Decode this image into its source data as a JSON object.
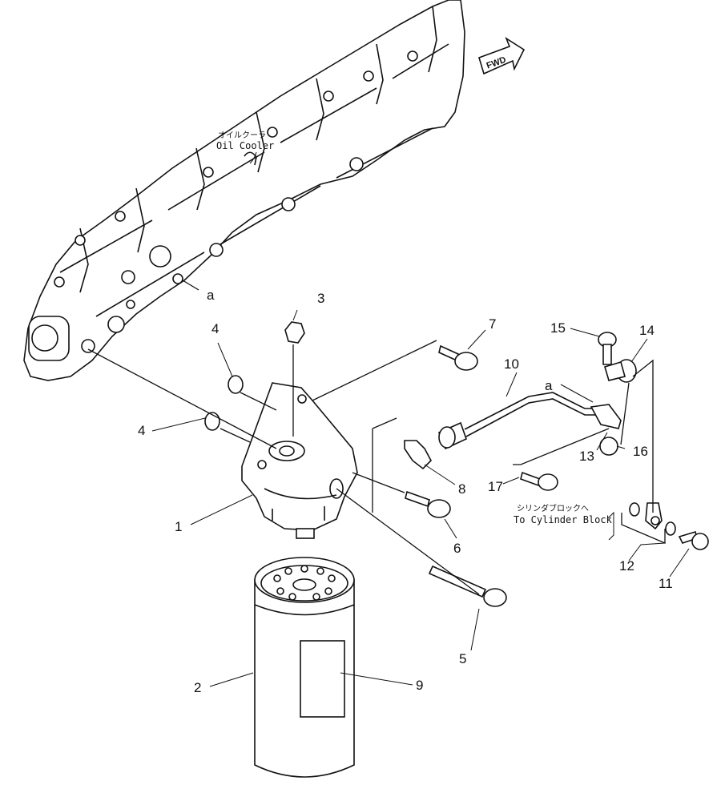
{
  "diagram": {
    "callouts": {
      "p1": "1",
      "p2": "2",
      "p3": "3",
      "p4a": "4",
      "p4b": "4",
      "p5": "5",
      "p6": "6",
      "p7": "7",
      "p8": "8",
      "p9": "9",
      "p10": "10",
      "p11": "11",
      "p12": "12",
      "p13": "13",
      "p14": "14",
      "p15": "15",
      "p16": "16",
      "p17": "17"
    },
    "ref_a1": "a",
    "ref_a2": "a",
    "fwd_label": "FWD",
    "oil_cooler_jp": "オイルクーラ",
    "oil_cooler_en": "Oil Cooler",
    "to_cylinder_jp": "シリンダブロックへ",
    "to_cylinder_en": "To Cylinder Block"
  }
}
